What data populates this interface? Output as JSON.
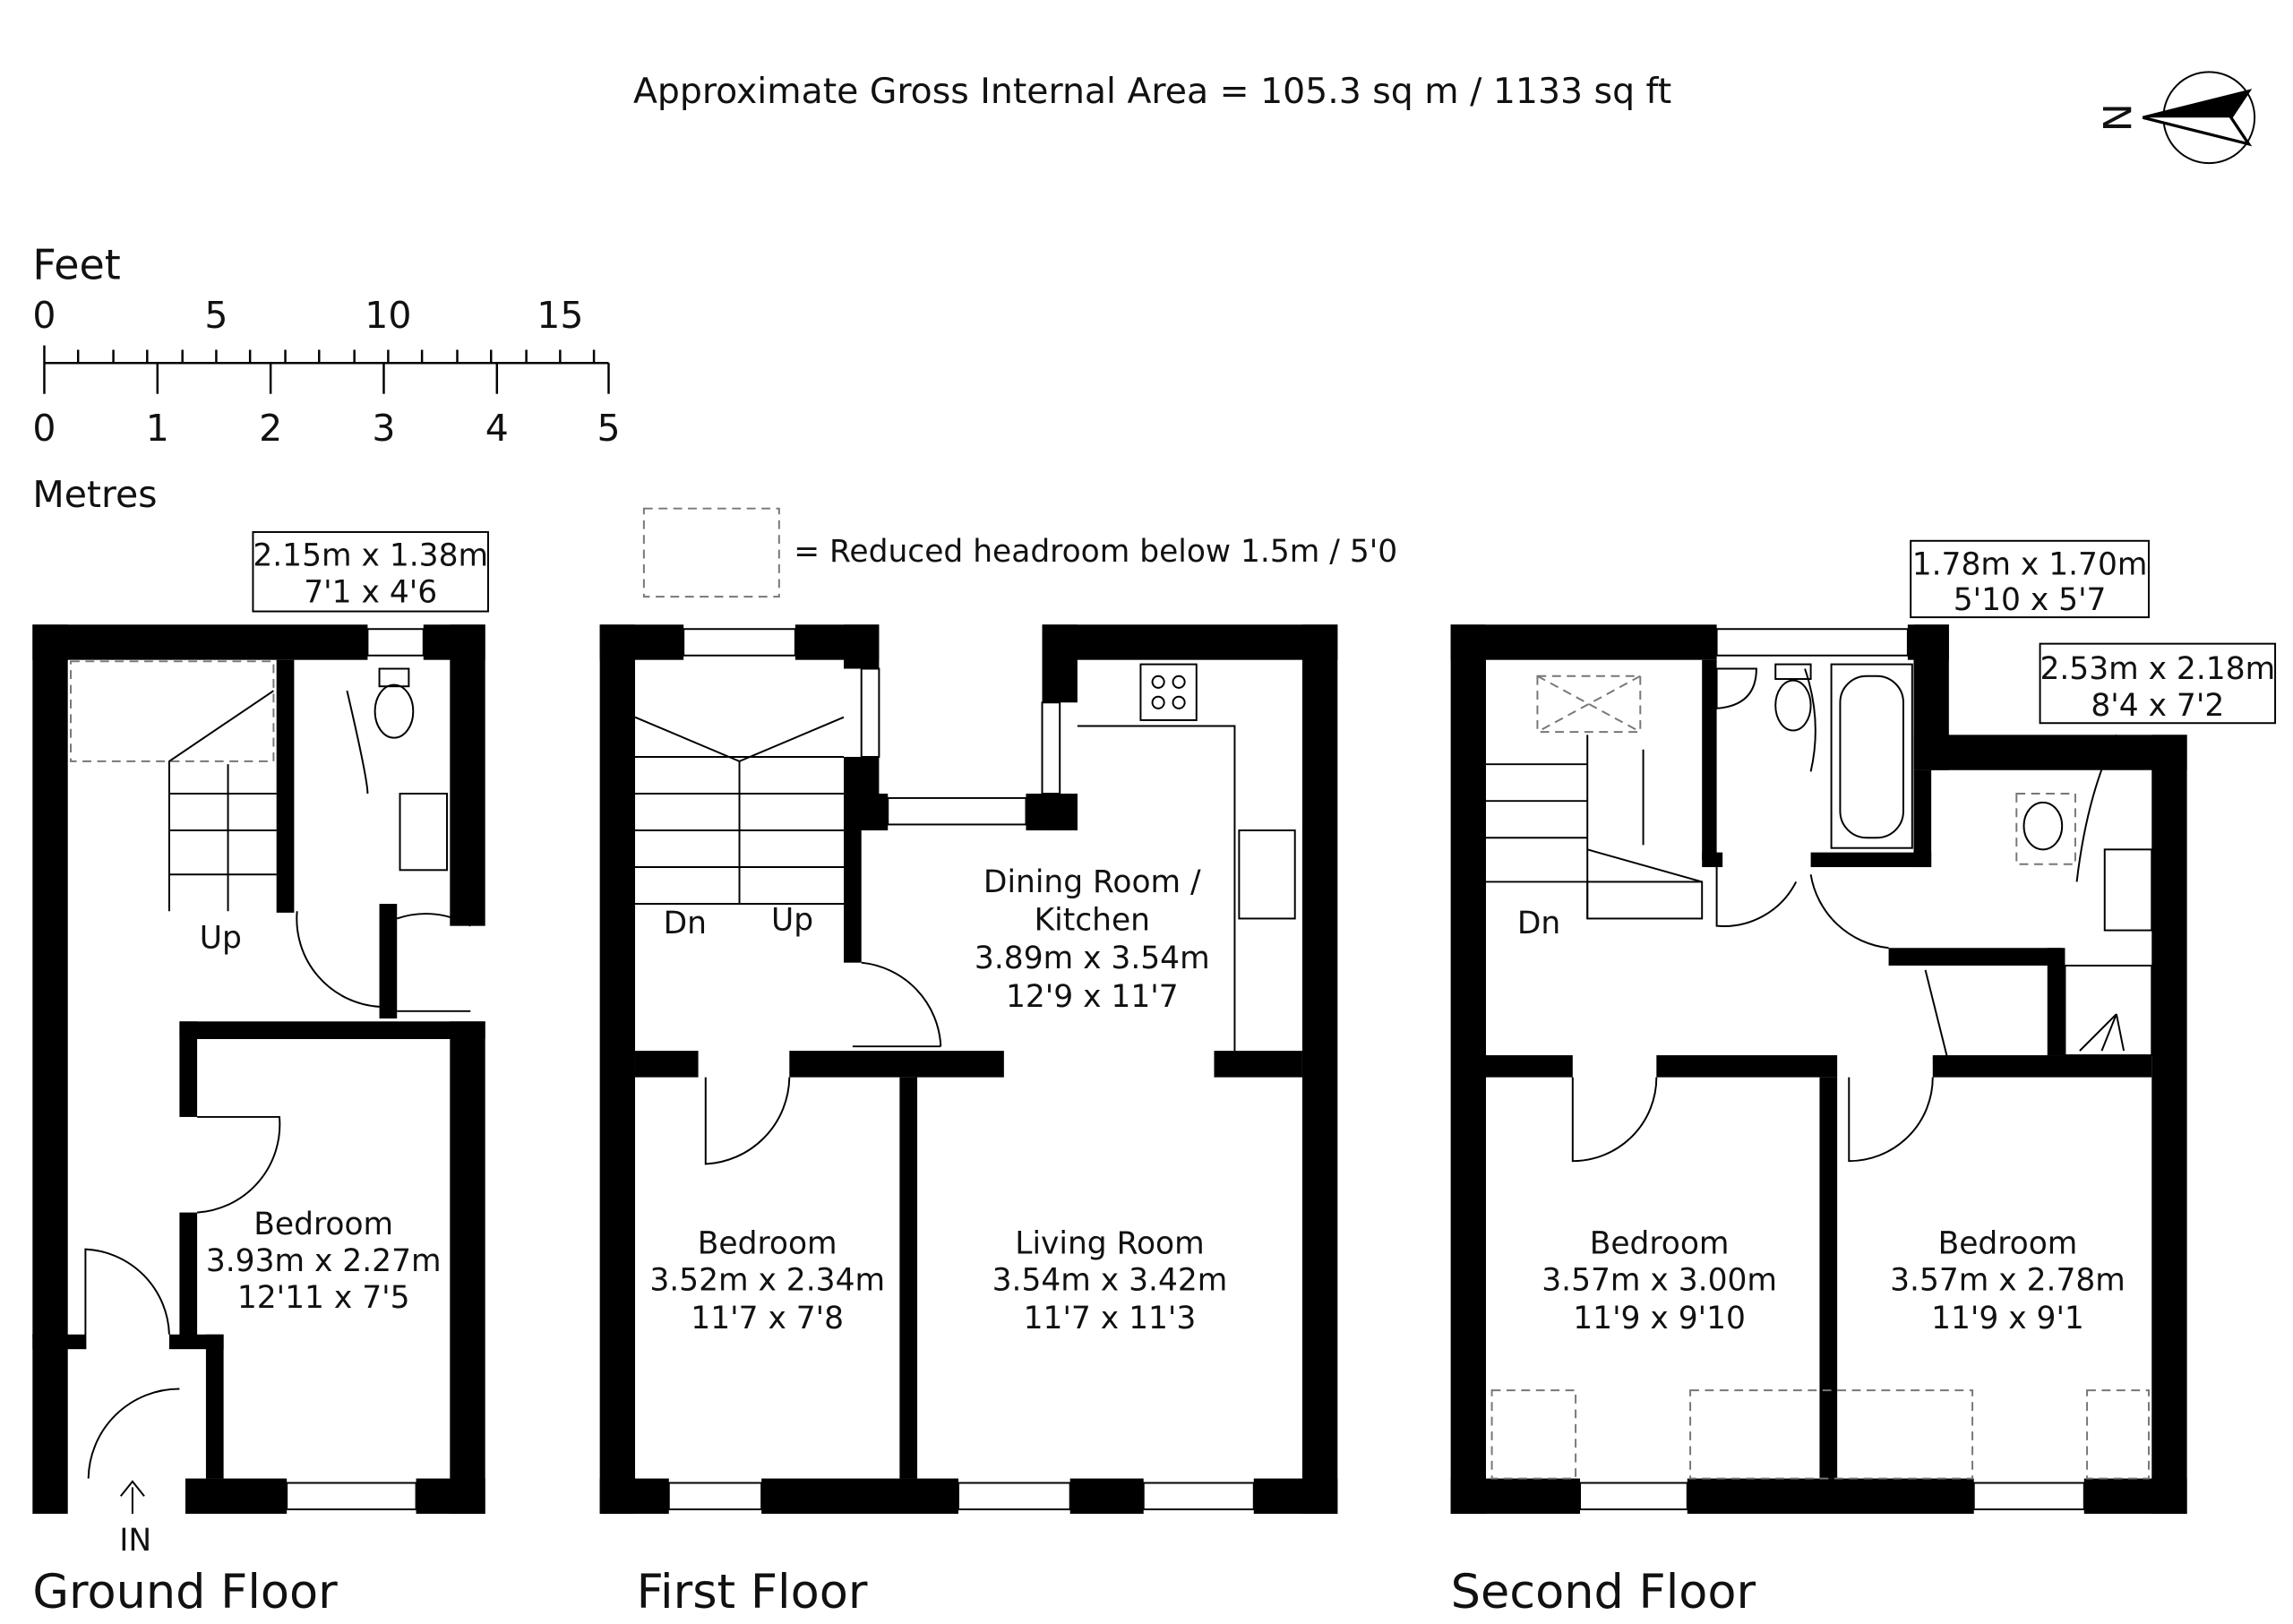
{
  "header": {
    "area_text": "Approximate Gross Internal Area = 105.3 sq m / 1133 sq ft"
  },
  "compass": {
    "north_letter": "N"
  },
  "scale": {
    "feet_label": "Feet",
    "feet_ticks": [
      "0",
      "5",
      "10",
      "15"
    ],
    "metres_ticks": [
      "0",
      "1",
      "2",
      "3",
      "4",
      "5"
    ],
    "metres_label": "Metres"
  },
  "legend": {
    "reduced_headroom": "= Reduced headroom below 1.5m / 5'0"
  },
  "ground_floor": {
    "title": "Ground Floor",
    "entrance": "IN",
    "stairs_up": "Up",
    "bathroom_callout": {
      "metric": "2.15m x 1.38m",
      "imperial": "7'1 x 4'6"
    },
    "bedroom": {
      "name": "Bedroom",
      "metric": "3.93m x 2.27m",
      "imperial": "12'11 x 7'5"
    }
  },
  "first_floor": {
    "title": "First Floor",
    "stairs_down": "Dn",
    "stairs_up": "Up",
    "dining": {
      "name_line1": "Dining Room /",
      "name_line2": "Kitchen",
      "metric": "3.89m x 3.54m",
      "imperial": "12'9 x 11'7"
    },
    "bedroom": {
      "name": "Bedroom",
      "metric": "3.52m x 2.34m",
      "imperial": "11'7 x 7'8"
    },
    "living": {
      "name": "Living Room",
      "metric": "3.54m x 3.42m",
      "imperial": "11'7 x 11'3"
    }
  },
  "second_floor": {
    "title": "Second Floor",
    "stairs_down": "Dn",
    "bathroom_callout": {
      "metric": "1.78m x 1.70m",
      "imperial": "5'10 x 5'7"
    },
    "shower_callout": {
      "metric": "2.53m x 2.18m",
      "imperial": "8'4 x 7'2"
    },
    "bedroom1": {
      "name": "Bedroom",
      "metric": "3.57m x 3.00m",
      "imperial": "11'9 x 9'10"
    },
    "bedroom2": {
      "name": "Bedroom",
      "metric": "3.57m x 2.78m",
      "imperial": "11'9 x 9'1"
    }
  }
}
